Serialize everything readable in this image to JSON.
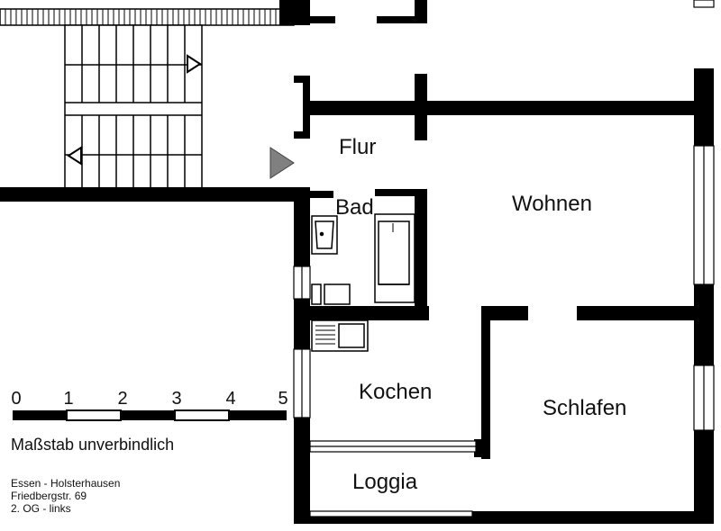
{
  "rooms": {
    "flur": "Flur",
    "bad": "Bad",
    "wohnen": "Wohnen",
    "kochen": "Kochen",
    "schlafen": "Schlafen",
    "loggia": "Loggia"
  },
  "scale": {
    "ticks": [
      "0",
      "1",
      "2",
      "3",
      "4",
      "5"
    ],
    "note": "Maßstab unverbindlich"
  },
  "address": {
    "line1": "Essen - Holsterhausen",
    "line2": "Friedbergstr. 69",
    "line3": "2. OG - links"
  },
  "colors": {
    "wall": "#000000",
    "entry_marker": "#808080"
  }
}
